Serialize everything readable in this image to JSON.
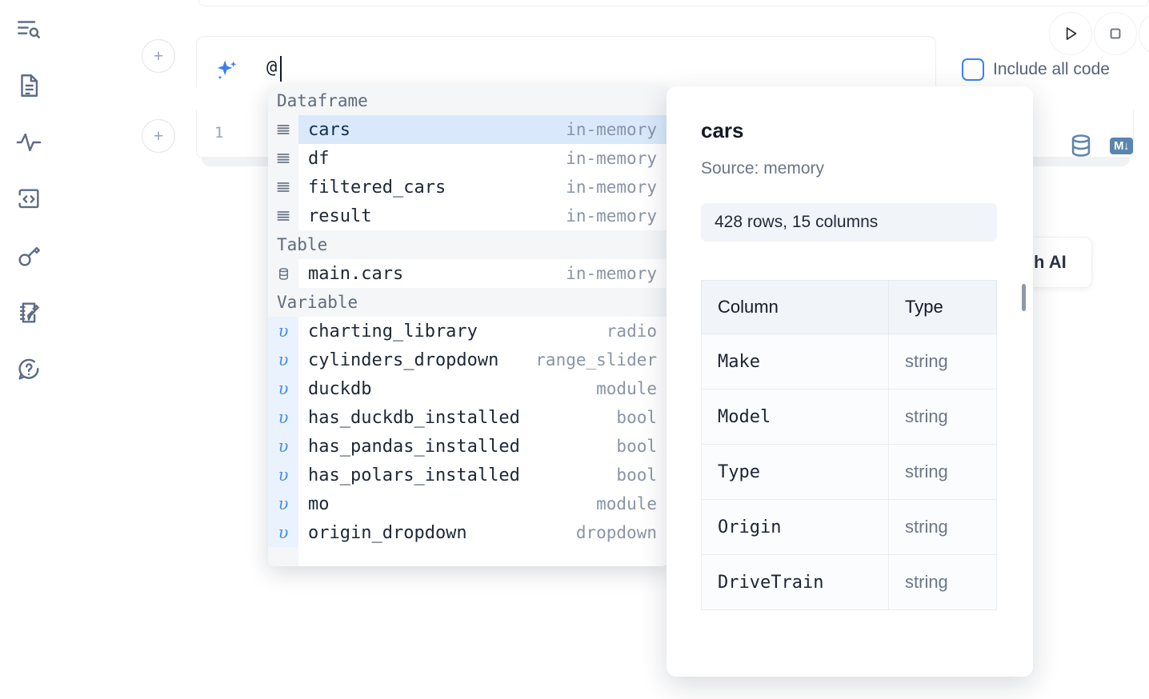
{
  "sidebar": {
    "items": [
      {
        "name": "explore-icon",
        "label": "Explore"
      },
      {
        "name": "document-icon",
        "label": "Notebook"
      },
      {
        "name": "activity-icon",
        "label": "Activity"
      },
      {
        "name": "code-icon",
        "label": "Code"
      },
      {
        "name": "key-icon",
        "label": "Secrets"
      },
      {
        "name": "scratchpad-icon",
        "label": "Scratchpad"
      },
      {
        "name": "help-icon",
        "label": "Help"
      }
    ]
  },
  "toolbar": {
    "run_label": "▷",
    "stop_label": "□",
    "include_all_code_label": "Include all code",
    "add_cell_label": "+",
    "markdown_badge": "M↓",
    "ai_chip_label": "h AI"
  },
  "prompt": {
    "value": "@",
    "sparkle_icon": "sparkle-icon"
  },
  "editor": {
    "line_number": "1"
  },
  "autocomplete": {
    "groups": [
      {
        "label": "Dataframe",
        "icon": "dataframe-icon",
        "kind": "dataframe",
        "items": [
          {
            "name": "cars",
            "type": "in-memory",
            "selected": true
          },
          {
            "name": "df",
            "type": "in-memory",
            "selected": false
          },
          {
            "name": "filtered_cars",
            "type": "in-memory",
            "selected": false
          },
          {
            "name": "result",
            "type": "in-memory",
            "selected": false
          }
        ]
      },
      {
        "label": "Table",
        "icon": "table-icon",
        "kind": "table",
        "items": [
          {
            "name": "main.cars",
            "type": "in-memory",
            "selected": false
          }
        ]
      },
      {
        "label": "Variable",
        "icon": "variable-icon",
        "kind": "variable",
        "items": [
          {
            "name": "charting_library",
            "type": "radio",
            "selected": false
          },
          {
            "name": "cylinders_dropdown",
            "type": "range_slider",
            "selected": false
          },
          {
            "name": "duckdb",
            "type": "module",
            "selected": false
          },
          {
            "name": "has_duckdb_installed",
            "type": "bool",
            "selected": false
          },
          {
            "name": "has_pandas_installed",
            "type": "bool",
            "selected": false
          },
          {
            "name": "has_polars_installed",
            "type": "bool",
            "selected": false
          },
          {
            "name": "mo",
            "type": "module",
            "selected": false
          },
          {
            "name": "origin_dropdown",
            "type": "dropdown",
            "selected": false
          }
        ]
      }
    ]
  },
  "detail": {
    "title": "cars",
    "source": "Source: memory",
    "shape": "428 rows, 15 columns",
    "table": {
      "headers": [
        "Column",
        "Type"
      ],
      "rows": [
        [
          "Make",
          "string"
        ],
        [
          "Model",
          "string"
        ],
        [
          "Type",
          "string"
        ],
        [
          "Origin",
          "string"
        ],
        [
          "DriveTrain",
          "string"
        ]
      ]
    }
  },
  "colors": {
    "accent": "#3b7ff0",
    "selected_row": "#d9e9fb",
    "icon": "#5c6b87",
    "db_icon": "#5b85ad"
  }
}
